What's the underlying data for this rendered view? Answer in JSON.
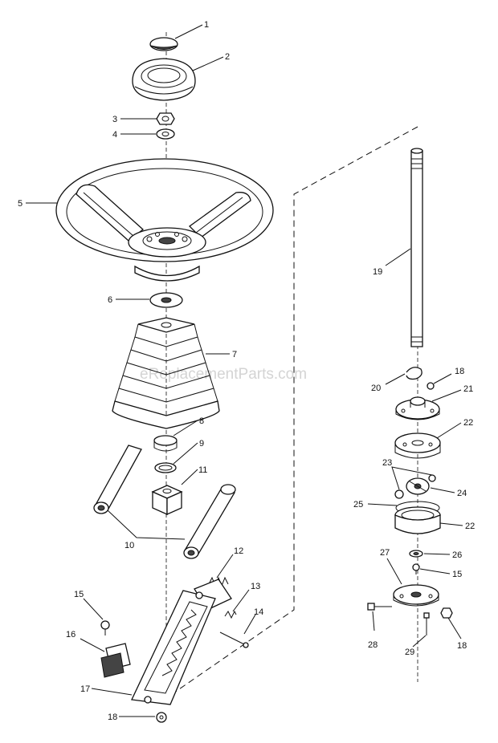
{
  "watermark": "eReplacementParts.com",
  "callouts": {
    "c1": "1",
    "c2": "2",
    "c3": "3",
    "c4": "4",
    "c5": "5",
    "c6": "6",
    "c7": "7",
    "c8": "8",
    "c9": "9",
    "c10": "10",
    "c11": "11",
    "c12": "12",
    "c13": "13",
    "c14": "14",
    "c15a": "15",
    "c16": "16",
    "c17": "17",
    "c18a": "18",
    "c19": "19",
    "c18b": "18",
    "c20": "20",
    "c21": "21",
    "c22a": "22",
    "c23": "23",
    "c24": "24",
    "c25": "25",
    "c22b": "22",
    "c26": "26",
    "c27": "27",
    "c15b": "15",
    "c28": "28",
    "c29": "29",
    "c18c": "18"
  }
}
